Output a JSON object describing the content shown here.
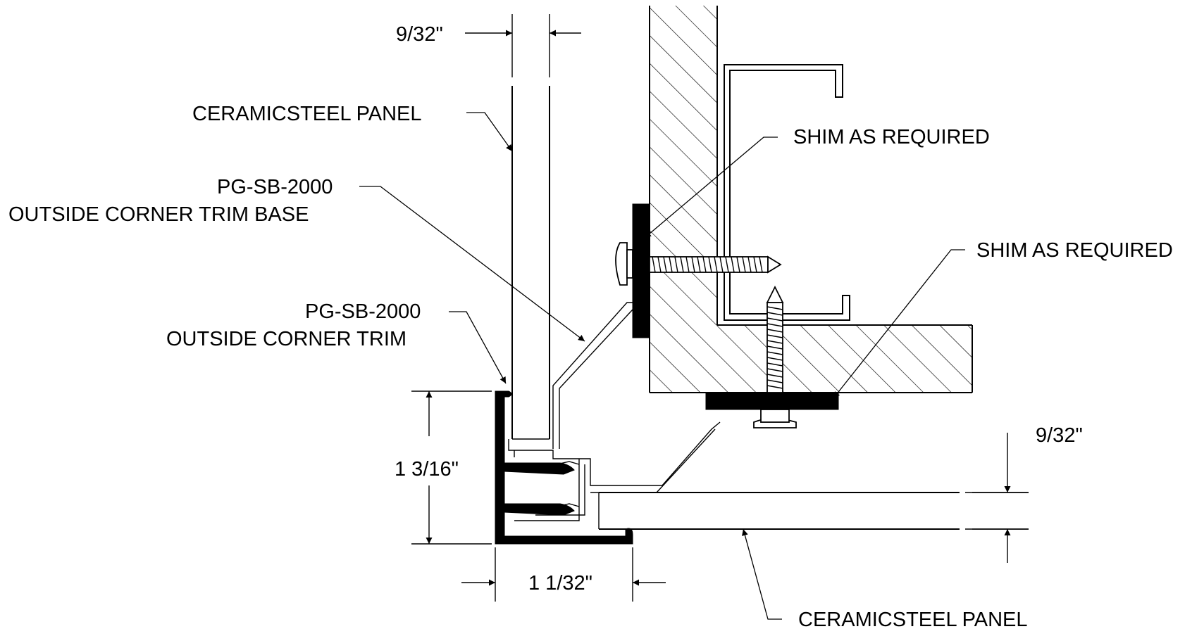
{
  "drawing": {
    "dim_top": "9/32\"",
    "dim_right": "9/32\"",
    "dim_height": "1 3/16\"",
    "dim_width": "1 1/32\"",
    "label_panel_top": "CERAMICSTEEL PANEL",
    "label_panel_bottom": "CERAMICSTEEL PANEL",
    "label_shim_1": "SHIM AS REQUIRED",
    "label_shim_2": "SHIM AS REQUIRED",
    "label_trim_base_line1": "PG-SB-2000",
    "label_trim_base_line2": "OUTSIDE CORNER TRIM BASE",
    "label_trim_line1": "PG-SB-2000",
    "label_trim_line2": "OUTSIDE CORNER TRIM"
  },
  "colors": {
    "line": "#000000",
    "background": "#ffffff"
  }
}
